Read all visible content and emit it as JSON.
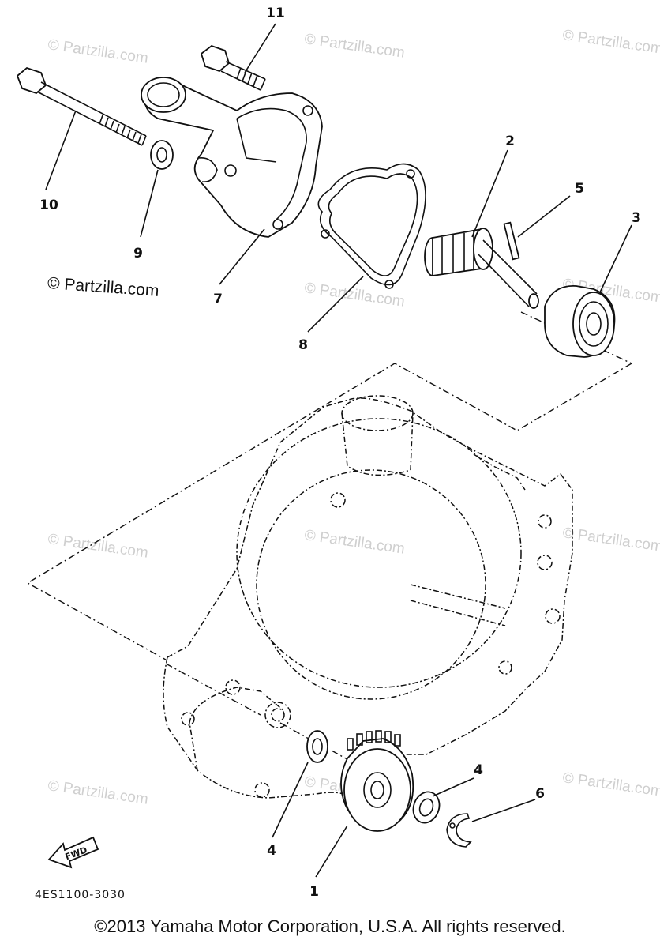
{
  "watermark": "© Partzilla.com",
  "logo_text": "© Partzilla.com",
  "diagram_code": "4ES1100-3030",
  "copyright": "©2013 Yamaha Motor Corporation, U.S.A. All rights reserved.",
  "fwd_label": "FWD",
  "callouts": {
    "c1": "1",
    "c2": "2",
    "c3": "3",
    "c4a": "4",
    "c4b": "4",
    "c5": "5",
    "c6": "6",
    "c7": "7",
    "c8": "8",
    "c9": "9",
    "c10": "10",
    "c11": "11"
  },
  "colors": {
    "line": "#111111",
    "watermark": "#cfcfcf",
    "background": "#ffffff"
  }
}
